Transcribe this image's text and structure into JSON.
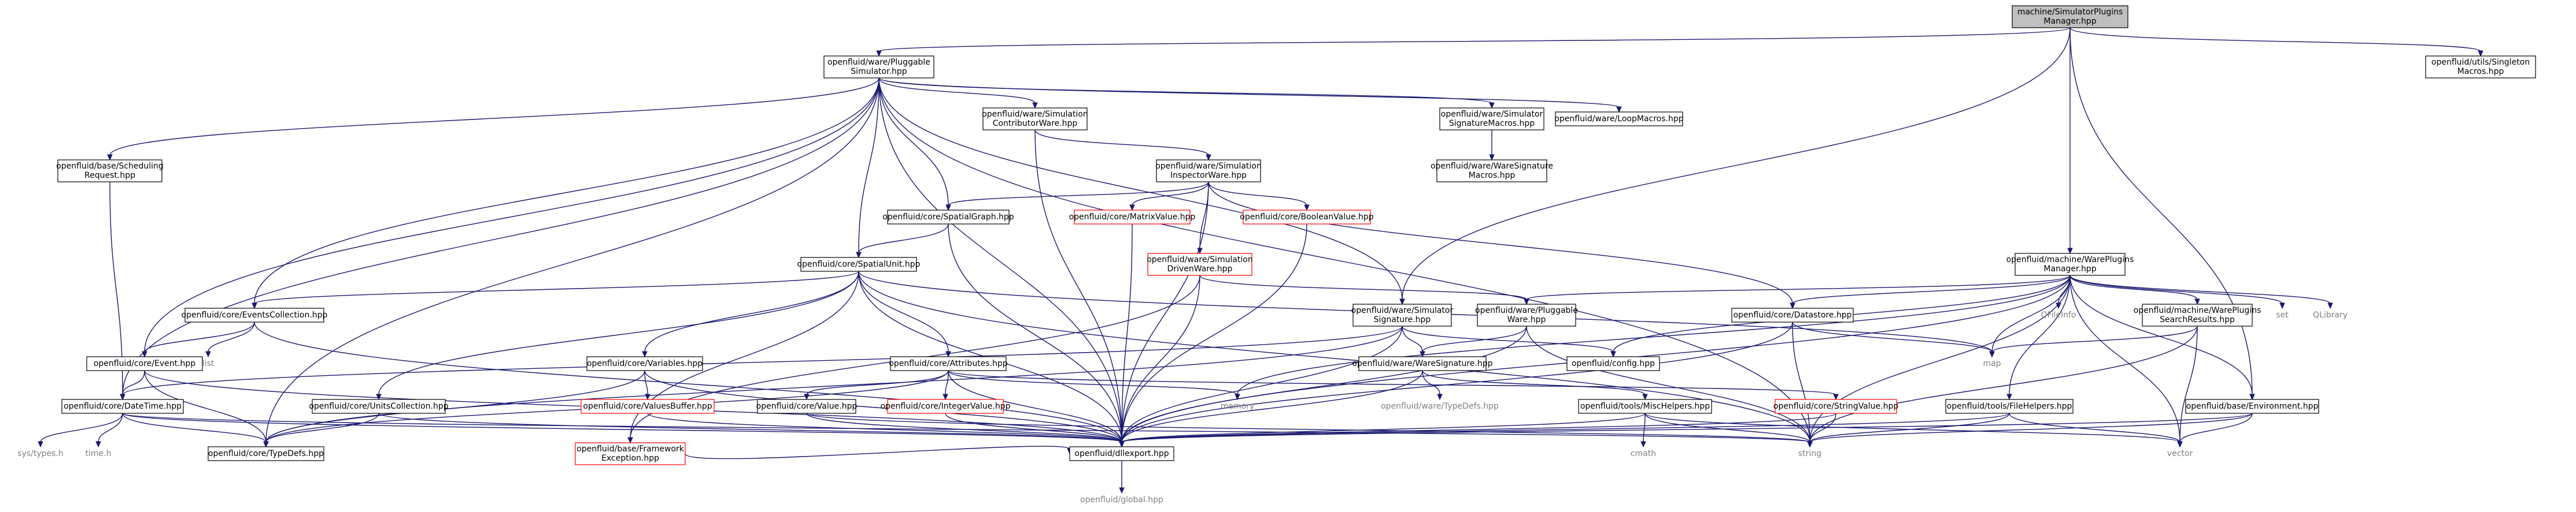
{
  "title": "machine/SimulatorPlugins Manager.hpp",
  "nodes": [
    {
      "id": "root",
      "lines": [
        "machine/SimulatorPlugins",
        "Manager.hpp"
      ],
      "kind": "root"
    },
    {
      "id": "pluggable_sim",
      "lines": [
        "openfluid/ware/Pluggable",
        "Simulator.hpp"
      ]
    },
    {
      "id": "singleton",
      "lines": [
        "openfluid/utils/Singleton",
        "Macros.hpp"
      ]
    },
    {
      "id": "wpm",
      "lines": [
        "openfluid/machine/WarePlugins",
        "Manager.hpp"
      ]
    },
    {
      "id": "environment",
      "lines": [
        "openfluid/base/Environment.hpp"
      ]
    },
    {
      "id": "sim_signature",
      "lines": [
        "openfluid/ware/Simulator",
        "Signature.hpp"
      ]
    },
    {
      "id": "scheduling",
      "lines": [
        "openfluid/base/Scheduling",
        "Request.hpp"
      ]
    },
    {
      "id": "contrib",
      "lines": [
        "openfluid/ware/Simulation",
        "ContributorWare.hpp"
      ]
    },
    {
      "id": "sig_macros",
      "lines": [
        "openfluid/ware/Simulator",
        "SignatureMacros.hpp"
      ]
    },
    {
      "id": "loop_macros",
      "lines": [
        "openfluid/ware/LoopMacros.hpp"
      ]
    },
    {
      "id": "ware_sig_macros",
      "lines": [
        "openfluid/ware/WareSignature",
        "Macros.hpp"
      ]
    },
    {
      "id": "inspector",
      "lines": [
        "openfluid/ware/Simulation",
        "InspectorWare.hpp"
      ]
    },
    {
      "id": "spatial_graph",
      "lines": [
        "openfluid/core/SpatialGraph.hpp"
      ]
    },
    {
      "id": "matrix_value",
      "lines": [
        "openfluid/core/MatrixValue.hpp"
      ],
      "kind": "trunc"
    },
    {
      "id": "boolean_value",
      "lines": [
        "openfluid/core/BooleanValue.hpp"
      ],
      "kind": "trunc"
    },
    {
      "id": "driven_ware",
      "lines": [
        "openfluid/ware/Simulation",
        "DrivenWare.hpp"
      ],
      "kind": "trunc"
    },
    {
      "id": "spatial_unit",
      "lines": [
        "openfluid/core/SpatialUnit.hpp"
      ]
    },
    {
      "id": "events_coll",
      "lines": [
        "openfluid/core/EventsCollection.hpp"
      ]
    },
    {
      "id": "pluggable_ware",
      "lines": [
        "openfluid/ware/Pluggable",
        "Ware.hpp"
      ]
    },
    {
      "id": "datastore",
      "lines": [
        "openfluid/core/Datastore.hpp"
      ]
    },
    {
      "id": "search_results",
      "lines": [
        "openfluid/machine/WarePlugins",
        "SearchResults.hpp"
      ]
    },
    {
      "id": "set",
      "lines": [
        "set"
      ],
      "kind": "plain"
    },
    {
      "id": "qlibrary",
      "lines": [
        "QLibrary"
      ],
      "kind": "plain"
    },
    {
      "id": "qfileinfo",
      "lines": [
        "QFileInfo"
      ],
      "kind": "plain"
    },
    {
      "id": "list",
      "lines": [
        "list"
      ],
      "kind": "plain"
    },
    {
      "id": "event",
      "lines": [
        "openfluid/core/Event.hpp"
      ]
    },
    {
      "id": "variables",
      "lines": [
        "openfluid/core/Variables.hpp"
      ]
    },
    {
      "id": "attributes",
      "lines": [
        "openfluid/core/Attributes.hpp"
      ]
    },
    {
      "id": "ware_signature",
      "lines": [
        "openfluid/ware/WareSignature.hpp"
      ]
    },
    {
      "id": "config",
      "lines": [
        "openfluid/config.hpp"
      ]
    },
    {
      "id": "map",
      "lines": [
        "map"
      ],
      "kind": "plain"
    },
    {
      "id": "datetime",
      "lines": [
        "openfluid/core/DateTime.hpp"
      ]
    },
    {
      "id": "units_coll",
      "lines": [
        "openfluid/core/UnitsCollection.hpp"
      ]
    },
    {
      "id": "values_buffer",
      "lines": [
        "openfluid/core/ValuesBuffer.hpp"
      ],
      "kind": "trunc"
    },
    {
      "id": "value",
      "lines": [
        "openfluid/core/Value.hpp"
      ]
    },
    {
      "id": "integer_value",
      "lines": [
        "openfluid/core/IntegerValue.hpp"
      ],
      "kind": "trunc"
    },
    {
      "id": "memory",
      "lines": [
        "memory"
      ],
      "kind": "plain"
    },
    {
      "id": "ware_typedefs",
      "lines": [
        "openfluid/ware/TypeDefs.hpp"
      ],
      "kind": "plain"
    },
    {
      "id": "misc_helpers",
      "lines": [
        "openfluid/tools/MiscHelpers.hpp"
      ]
    },
    {
      "id": "string_value",
      "lines": [
        "openfluid/core/StringValue.hpp"
      ],
      "kind": "trunc"
    },
    {
      "id": "file_helpers",
      "lines": [
        "openfluid/tools/FileHelpers.hpp"
      ]
    },
    {
      "id": "sys_types",
      "lines": [
        "sys/types.h"
      ],
      "kind": "plain"
    },
    {
      "id": "time_h",
      "lines": [
        "time.h"
      ],
      "kind": "plain"
    },
    {
      "id": "core_typedefs",
      "lines": [
        "openfluid/core/TypeDefs.hpp"
      ]
    },
    {
      "id": "framework_exc",
      "lines": [
        "openfluid/base/Framework",
        "Exception.hpp"
      ],
      "kind": "trunc"
    },
    {
      "id": "dllexport",
      "lines": [
        "openfluid/dllexport.hpp"
      ]
    },
    {
      "id": "cmath",
      "lines": [
        "cmath"
      ],
      "kind": "plain"
    },
    {
      "id": "string",
      "lines": [
        "string"
      ],
      "kind": "plain"
    },
    {
      "id": "vector",
      "lines": [
        "vector"
      ],
      "kind": "plain"
    },
    {
      "id": "global",
      "lines": [
        "openfluid/global.hpp"
      ],
      "kind": "plain"
    }
  ],
  "edges": [
    [
      "root",
      "pluggable_sim"
    ],
    [
      "root",
      "singleton"
    ],
    [
      "root",
      "wpm"
    ],
    [
      "root",
      "environment"
    ],
    [
      "root",
      "sim_signature"
    ],
    [
      "pluggable_sim",
      "scheduling"
    ],
    [
      "pluggable_sim",
      "contrib"
    ],
    [
      "pluggable_sim",
      "sig_macros"
    ],
    [
      "pluggable_sim",
      "loop_macros"
    ],
    [
      "pluggable_sim",
      "spatial_graph"
    ],
    [
      "pluggable_sim",
      "spatial_unit"
    ],
    [
      "pluggable_sim",
      "events_coll"
    ],
    [
      "pluggable_sim",
      "event"
    ],
    [
      "pluggable_sim",
      "datetime"
    ],
    [
      "pluggable_sim",
      "core_typedefs"
    ],
    [
      "pluggable_sim",
      "dllexport"
    ],
    [
      "pluggable_sim",
      "sim_signature"
    ],
    [
      "pluggable_sim",
      "string"
    ],
    [
      "sig_macros",
      "ware_sig_macros"
    ],
    [
      "contrib",
      "inspector"
    ],
    [
      "contrib",
      "dllexport"
    ],
    [
      "inspector",
      "spatial_graph"
    ],
    [
      "inspector",
      "matrix_value"
    ],
    [
      "inspector",
      "driven_ware"
    ],
    [
      "inspector",
      "boolean_value"
    ],
    [
      "inspector",
      "datastore"
    ],
    [
      "inspector",
      "dllexport"
    ],
    [
      "spatial_graph",
      "spatial_unit"
    ],
    [
      "spatial_graph",
      "dllexport"
    ],
    [
      "matrix_value",
      "dllexport"
    ],
    [
      "boolean_value",
      "dllexport"
    ],
    [
      "driven_ware",
      "pluggable_ware"
    ],
    [
      "driven_ware",
      "dllexport"
    ],
    [
      "driven_ware",
      "framework_exc"
    ],
    [
      "spatial_unit",
      "events_coll"
    ],
    [
      "spatial_unit",
      "variables"
    ],
    [
      "spatial_unit",
      "attributes"
    ],
    [
      "spatial_unit",
      "units_coll"
    ],
    [
      "spatial_unit",
      "framework_exc"
    ],
    [
      "spatial_unit",
      "map"
    ],
    [
      "spatial_unit",
      "string"
    ],
    [
      "spatial_unit",
      "dllexport"
    ],
    [
      "scheduling",
      "datetime"
    ],
    [
      "events_coll",
      "event"
    ],
    [
      "events_coll",
      "list"
    ],
    [
      "events_coll",
      "dllexport"
    ],
    [
      "event",
      "datetime"
    ],
    [
      "event",
      "core_typedefs"
    ],
    [
      "event",
      "dllexport"
    ],
    [
      "datetime",
      "sys_types"
    ],
    [
      "datetime",
      "time_h"
    ],
    [
      "datetime",
      "core_typedefs"
    ],
    [
      "datetime",
      "dllexport"
    ],
    [
      "datetime",
      "string"
    ],
    [
      "variables",
      "values_buffer"
    ],
    [
      "variables",
      "core_typedefs"
    ],
    [
      "variables",
      "dllexport"
    ],
    [
      "attributes",
      "value"
    ],
    [
      "attributes",
      "integer_value"
    ],
    [
      "attributes",
      "string_value"
    ],
    [
      "attributes",
      "memory"
    ],
    [
      "attributes",
      "core_typedefs"
    ],
    [
      "attributes",
      "dllexport"
    ],
    [
      "units_coll",
      "core_typedefs"
    ],
    [
      "units_coll",
      "dllexport"
    ],
    [
      "values_buffer",
      "dllexport"
    ],
    [
      "value",
      "dllexport"
    ],
    [
      "value",
      "string"
    ],
    [
      "integer_value",
      "dllexport"
    ],
    [
      "string_value",
      "dllexport"
    ],
    [
      "string_value",
      "string"
    ],
    [
      "sim_signature",
      "ware_signature"
    ],
    [
      "sim_signature",
      "datetime"
    ],
    [
      "sim_signature",
      "config"
    ],
    [
      "sim_signature",
      "dllexport"
    ],
    [
      "sim_signature",
      "core_typedefs"
    ],
    [
      "pluggable_ware",
      "ware_signature"
    ],
    [
      "pluggable_ware",
      "dllexport"
    ],
    [
      "pluggable_ware",
      "string"
    ],
    [
      "ware_signature",
      "ware_typedefs"
    ],
    [
      "ware_signature",
      "misc_helpers"
    ],
    [
      "ware_signature",
      "dllexport"
    ],
    [
      "misc_helpers",
      "cmath"
    ],
    [
      "misc_helpers",
      "string"
    ],
    [
      "misc_helpers",
      "vector"
    ],
    [
      "misc_helpers",
      "dllexport"
    ],
    [
      "datastore",
      "dllexport"
    ],
    [
      "datastore",
      "map"
    ],
    [
      "datastore",
      "string"
    ],
    [
      "wpm",
      "pluggable_ware"
    ],
    [
      "wpm",
      "search_results"
    ],
    [
      "wpm",
      "environment"
    ],
    [
      "wpm",
      "file_helpers"
    ],
    [
      "wpm",
      "datastore"
    ],
    [
      "wpm",
      "config"
    ],
    [
      "wpm",
      "memory"
    ],
    [
      "wpm",
      "map"
    ],
    [
      "wpm",
      "set"
    ],
    [
      "wpm",
      "qlibrary"
    ],
    [
      "wpm",
      "qfileinfo"
    ],
    [
      "wpm",
      "string"
    ],
    [
      "wpm",
      "vector"
    ],
    [
      "wpm",
      "dllexport"
    ],
    [
      "search_results",
      "map"
    ],
    [
      "search_results",
      "string"
    ],
    [
      "search_results",
      "vector"
    ],
    [
      "file_helpers",
      "string"
    ],
    [
      "file_helpers",
      "vector"
    ],
    [
      "file_helpers",
      "dllexport"
    ],
    [
      "environment",
      "string"
    ],
    [
      "environment",
      "vector"
    ],
    [
      "environment",
      "dllexport"
    ],
    [
      "framework_exc",
      "dllexport"
    ],
    [
      "dllexport",
      "global"
    ]
  ]
}
